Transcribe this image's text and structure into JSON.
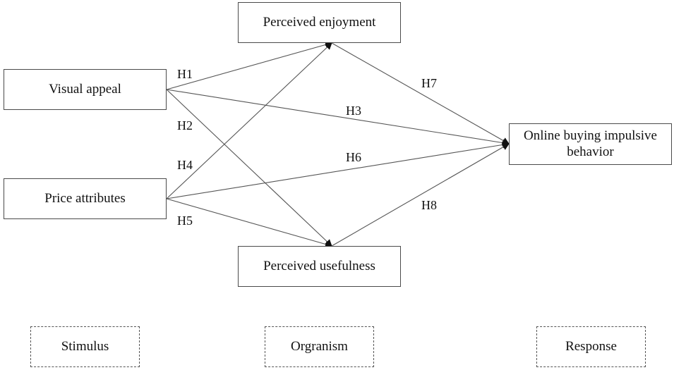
{
  "diagram": {
    "constructs": {
      "visual_appeal": "Visual appeal",
      "price_attributes": "Price attributes",
      "perceived_enjoyment": "Perceived enjoyment",
      "perceived_usefulness": "Perceived usefulness",
      "impulse_line1": "Online buying impulsive",
      "impulse_line2": "behavior"
    },
    "stages": {
      "stimulus": "Stimulus",
      "organism": "Orgranism",
      "response": "Response"
    },
    "hypotheses": {
      "h1": "H1",
      "h2": "H2",
      "h3": "H3",
      "h4": "H4",
      "h5": "H5",
      "h6": "H6",
      "h7": "H7",
      "h8": "H8"
    },
    "colors": {
      "line": "#555555",
      "arrowhead": "#111111",
      "border": "#4a4a4a"
    }
  }
}
